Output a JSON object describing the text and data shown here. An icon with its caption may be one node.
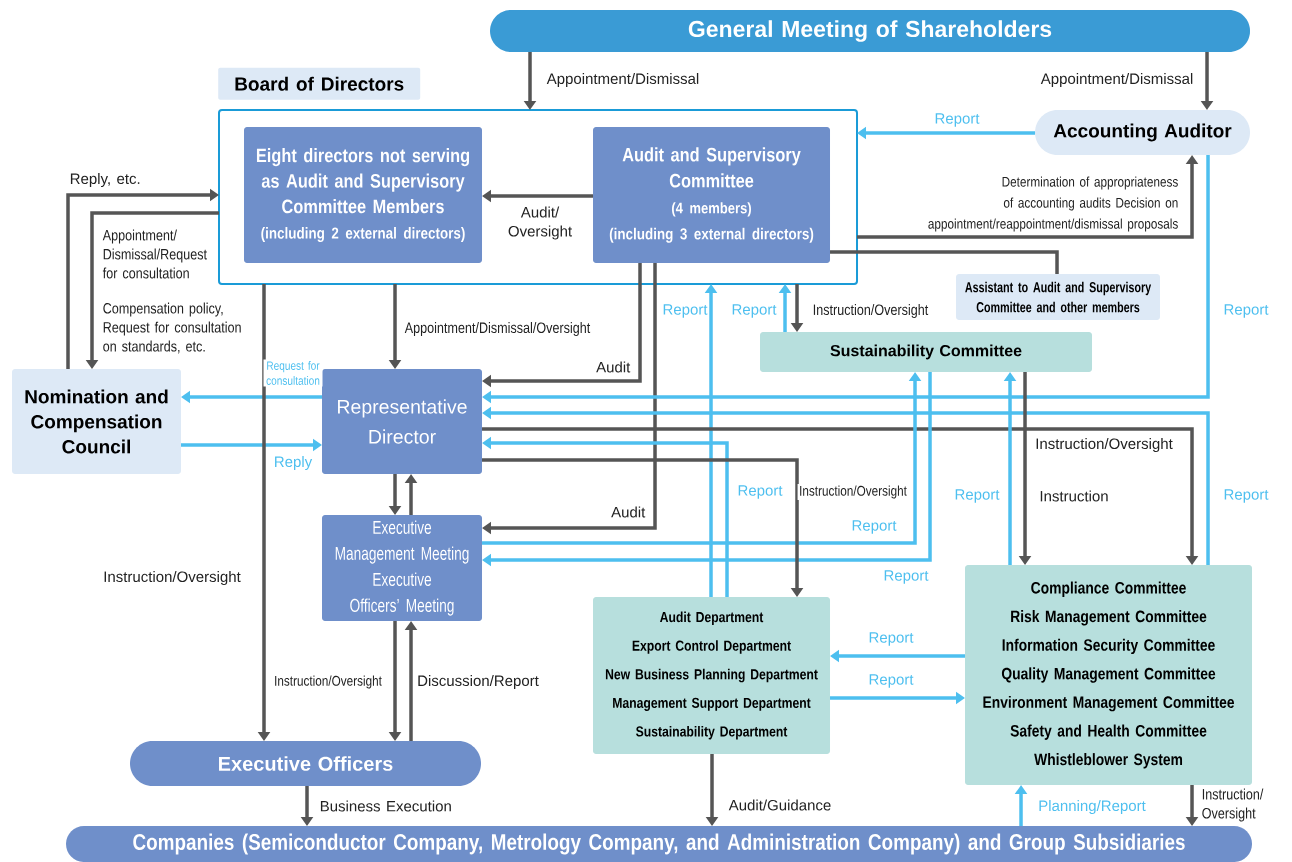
{
  "diagram": {
    "nodes": [
      {
        "text": [
          "General Meeting of Shareholders"
        ]
      },
      {
        "text": [
          "Board of Directors"
        ]
      },
      {
        "text": [
          "Eight directors not serving as Audit and Supervisory Committee Members",
          "(including 2 external directors)"
        ],
        "in": 1
      },
      {
        "text": [
          "Audit and Supervisory Committee",
          "(4 members)",
          "(including 3 external directors)"
        ],
        "in": 1
      },
      {
        "text": [
          "Accounting Auditor"
        ]
      },
      {
        "text": [
          "Assistant to Audit and Supervisory Committee and other members"
        ]
      },
      {
        "text": [
          "Sustainability Committee"
        ]
      },
      {
        "text": [
          "Nomination and Compensation Council"
        ]
      },
      {
        "text": [
          "Representative Director"
        ]
      },
      {
        "text": [
          "Executive Management Meeting",
          "Executive Officers’ Meeting"
        ]
      },
      {
        "text": [
          "Audit Department",
          "Export Control Department",
          "New Business Planning Department",
          "Management Support Department",
          "Sustainability Department"
        ]
      },
      {
        "text": [
          "Compliance Committee",
          "Risk Management Committee",
          "Information Security Committee",
          "Quality Management Committee",
          "Environment Management Committee",
          "Safety and Health Committee",
          "Whistleblower System"
        ]
      },
      {
        "text": [
          "Executive Officers"
        ]
      },
      {
        "text": [
          "Companies (Semiconductor Company, Metrology Company, and Administration Company) and Group Subsidiaries"
        ]
      }
    ],
    "edges": [
      {
        "from": 0,
        "to": 1,
        "arrow": "to",
        "label": "Appointment/Dismissal"
      },
      {
        "from": 0,
        "to": 4,
        "arrow": "to",
        "label": "Appointment/Dismissal"
      },
      {
        "from": 4,
        "to": 1,
        "arrow": "to",
        "label": "Report",
        "color": "#4dbfef"
      },
      {
        "from": 3,
        "to": 2,
        "arrow": "to",
        "label": "Audit/ Oversight"
      },
      {
        "from": 1,
        "to": 4,
        "arrow": "to",
        "label": "Determination of appropriateness of accounting audits Decision on appointment/reappointment/dismissal proposals"
      },
      {
        "from": 3,
        "to": 5,
        "arrow": "none"
      },
      {
        "from": 3,
        "to": 8,
        "arrow": "to",
        "label": "Audit"
      },
      {
        "from": 3,
        "to": 9,
        "arrow": "to",
        "label": "Audit"
      },
      {
        "from": 1,
        "to": 8,
        "arrow": "to",
        "label": "Appointment/Dismissal/Oversight"
      },
      {
        "from": 1,
        "to": 6,
        "arrow": "to",
        "label": "Instruction/Oversight"
      },
      {
        "from": 6,
        "to": 1,
        "arrow": "to",
        "label": "Report",
        "color": "#4dbfef"
      },
      {
        "from": 10,
        "to": 1,
        "arrow": "to",
        "label": "Report",
        "color": "#4dbfef"
      },
      {
        "from": 7,
        "to": 1,
        "arrow": "to",
        "label": "Reply, etc."
      },
      {
        "from": 1,
        "to": 7,
        "arrow": "to",
        "label": "Appointment/ Dismissal/Request for consultation"
      },
      {
        "from": 8,
        "to": 7,
        "arrow": "to",
        "label": "Request for consultation",
        "color": "#4dbfef"
      },
      {
        "from": 7,
        "to": 8,
        "arrow": "to",
        "label": "Reply",
        "color": "#4dbfef"
      },
      {
        "from": 1,
        "to": 12,
        "arrow": "to",
        "label": "Instruction/Oversight"
      },
      {
        "from": 8,
        "to": 9,
        "arrow": "to"
      },
      {
        "from": 9,
        "to": 8,
        "arrow": "to"
      },
      {
        "from": 9,
        "to": 12,
        "arrow": "to",
        "label": "Instruction/Oversight"
      },
      {
        "from": 12,
        "to": 9,
        "arrow": "to",
        "label": "Discussion/Report"
      },
      {
        "from": 12,
        "to": 13,
        "arrow": "to",
        "label": "Business Execution"
      },
      {
        "from": 10,
        "to": 13,
        "arrow": "to",
        "label": "Audit/Guidance"
      },
      {
        "from": 13,
        "to": 11,
        "arrow": "to",
        "label": "Planning/Report",
        "color": "#4dbfef"
      },
      {
        "from": 11,
        "to": 13,
        "arrow": "to",
        "label": "Instruction/ Oversight"
      },
      {
        "from": 11,
        "to": 10,
        "arrow": "to",
        "label": "Report",
        "color": "#4dbfef"
      },
      {
        "from": 10,
        "to": 11,
        "arrow": "to",
        "label": "Report",
        "color": "#4dbfef"
      },
      {
        "from": 4,
        "to": 8,
        "arrow": "to",
        "label": "Report",
        "color": "#4dbfef"
      },
      {
        "from": 11,
        "to": 8,
        "arrow": "to",
        "label": "Report",
        "color": "#4dbfef"
      },
      {
        "from": 8,
        "to": 11,
        "arrow": "to",
        "label": "Instruction/Oversight"
      },
      {
        "from": 6,
        "to": 11,
        "arrow": "to",
        "label": "Instruction"
      },
      {
        "from": 11,
        "to": 6,
        "arrow": "to",
        "label": "Report",
        "color": "#4dbfef"
      },
      {
        "from": 9,
        "to": 6,
        "arrow": "to",
        "label": "Report",
        "color": "#4dbfef"
      },
      {
        "from": 6,
        "to": 9,
        "arrow": "to",
        "label": "Report",
        "color": "#4dbfef"
      },
      {
        "from": 10,
        "to": 8,
        "arrow": "to",
        "label": "Report",
        "color": "#4dbfef"
      },
      {
        "from": 8,
        "to": 10,
        "arrow": "to",
        "label": "Instruction/Oversight"
      }
    ],
    "labels": [
      "Compensation policy, Request for consultation on standards, etc."
    ]
  }
}
